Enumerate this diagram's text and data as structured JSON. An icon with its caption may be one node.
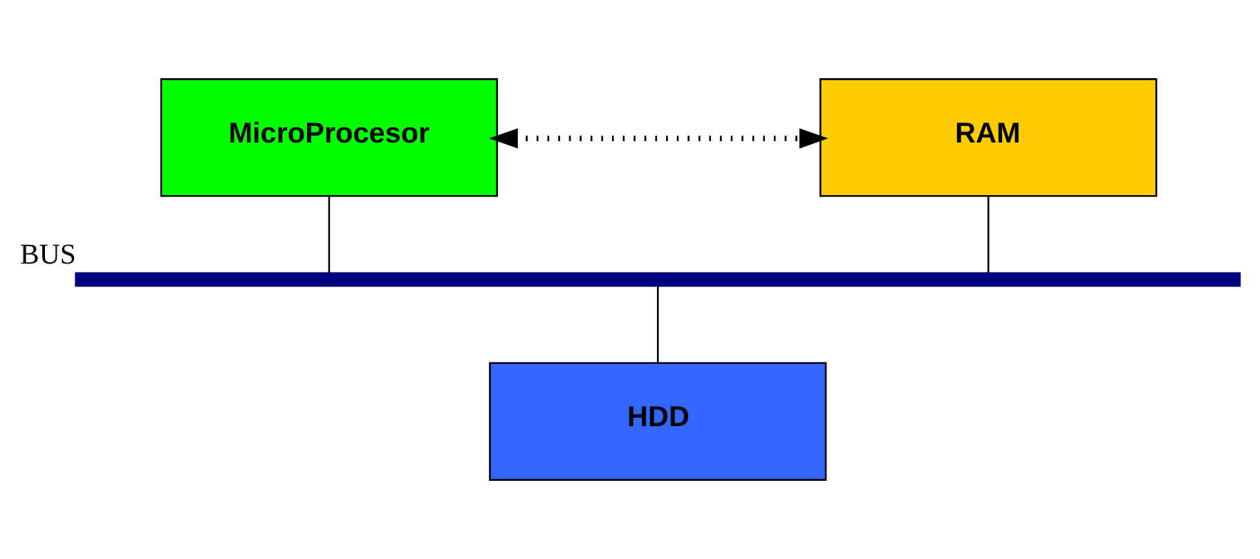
{
  "diagram": {
    "nodes": [
      {
        "text": [
          "MicroProcesor"
        ]
      },
      {
        "text": [
          "RAM"
        ]
      },
      {
        "text": [],
        "shape": "bar",
        "beside": [
          "BUS"
        ]
      },
      {
        "text": [
          "HDD"
        ]
      }
    ],
    "edges": [
      {
        "from": 0,
        "to": 1,
        "arrow": "both",
        "style": "dashed"
      },
      {
        "from": 0,
        "to": 2,
        "arrow": "none"
      },
      {
        "from": 1,
        "to": 2,
        "arrow": "none"
      },
      {
        "from": 3,
        "to": 2,
        "arrow": "none"
      }
    ]
  }
}
